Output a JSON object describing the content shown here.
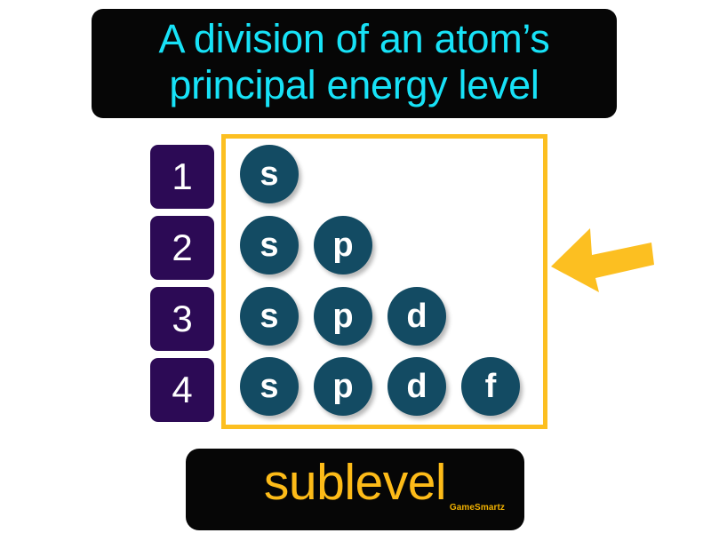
{
  "definition": {
    "lines": [
      "A division of an atom’s",
      "principal energy level"
    ],
    "text_color": "#17E2F7",
    "background_color": "#060606"
  },
  "diagram": {
    "frame_border_color": "#FCBF21",
    "frame_background": "#ffffff",
    "level_chip_color": "#2C0A55",
    "orbital_circle_color": "#134B63",
    "levels": [
      {
        "number": "1",
        "orbitals": [
          "s"
        ]
      },
      {
        "number": "2",
        "orbitals": [
          "s",
          "p"
        ]
      },
      {
        "number": "3",
        "orbitals": [
          "s",
          "p",
          "d"
        ]
      },
      {
        "number": "4",
        "orbitals": [
          "s",
          "p",
          "d",
          "f"
        ]
      }
    ]
  },
  "pointer": {
    "icon": "left-arrow-icon",
    "color": "#FCBF21",
    "direction": "left"
  },
  "term": {
    "label": "sublevel",
    "text_color": "#FDBB18",
    "background_color": "#060606"
  },
  "watermark": {
    "label": "GameSmartz",
    "color": "#F0B000"
  }
}
